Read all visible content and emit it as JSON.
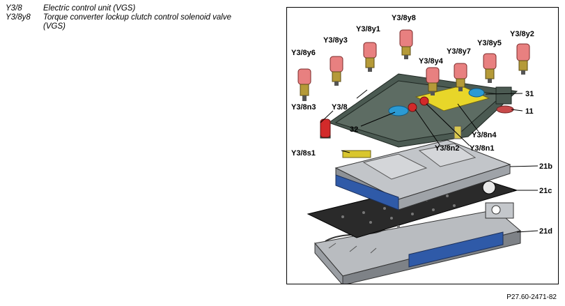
{
  "legend": [
    {
      "code": "Y3/8",
      "desc": "Electric control unit (VGS)"
    },
    {
      "code": "Y3/8y8",
      "desc": "Torque converter lockup clutch control solenoid valve (VGS)"
    }
  ],
  "figure": {
    "labels": {
      "y3_8y8": "Y3/8y8",
      "y3_8y1": "Y3/8y1",
      "y3_8y3": "Y3/8y3",
      "y3_8y6": "Y3/8y6",
      "y3_8y4": "Y3/8y4",
      "y3_8y7": "Y3/8y7",
      "y3_8y5": "Y3/8y5",
      "y3_8y2": "Y3/8y2",
      "y3_8": "Y3/8",
      "y3_8n3": "Y3/8n3",
      "n32": "32",
      "n31": "31",
      "n11": "11",
      "y3_8n4": "Y3/8n4",
      "y3_8n2": "Y3/8n2",
      "y3_8n1": "Y3/8n1",
      "y3_8s1": "Y3/8s1",
      "n21b": "21b",
      "n21c": "21c",
      "n21d": "21d"
    }
  },
  "reference_code": "P27.60-2471-82"
}
